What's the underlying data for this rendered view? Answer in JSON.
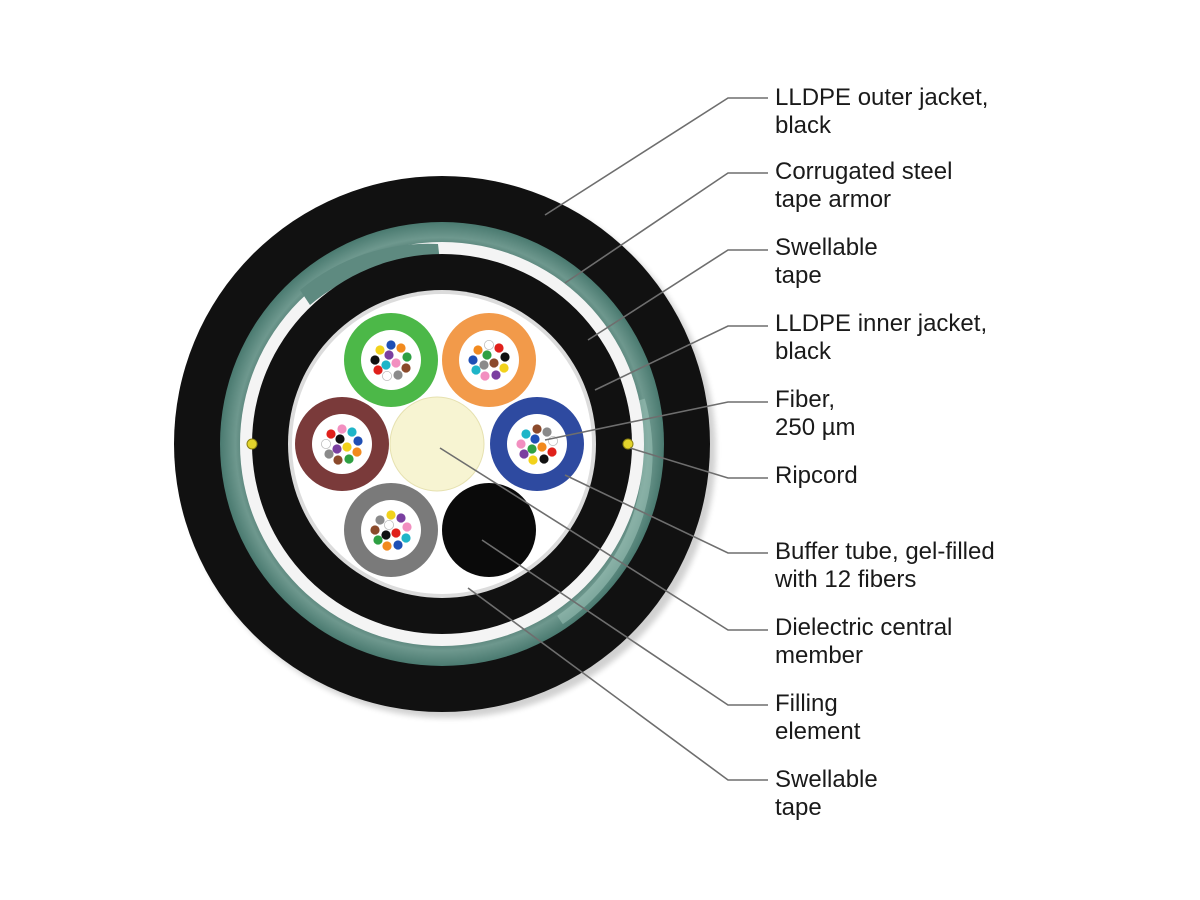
{
  "callouts": [
    {
      "id": "outer-jacket",
      "lines": [
        "LLDPE outer jacket,",
        "black"
      ]
    },
    {
      "id": "steel-armor",
      "lines": [
        "Corrugated steel",
        "tape armor"
      ]
    },
    {
      "id": "swellable-tape-outer",
      "lines": [
        "Swellable",
        "tape"
      ]
    },
    {
      "id": "inner-jacket",
      "lines": [
        "LLDPE inner jacket,",
        "black"
      ]
    },
    {
      "id": "fiber",
      "lines": [
        "Fiber,",
        "250 µm"
      ]
    },
    {
      "id": "ripcord",
      "lines": [
        "Ripcord"
      ]
    },
    {
      "id": "buffer-tube",
      "lines": [
        "Buffer tube, gel-filled",
        "with 12 fibers"
      ]
    },
    {
      "id": "central-member",
      "lines": [
        "Dielectric central",
        "member"
      ]
    },
    {
      "id": "filling-element",
      "lines": [
        "Filling",
        "element"
      ]
    },
    {
      "id": "swellable-tape-inner",
      "lines": [
        "Swellable",
        "tape"
      ]
    }
  ],
  "colors": {
    "outer_jacket": "#111111",
    "armor": "#5e8a80",
    "armor_highlight": "#8fb6ac",
    "swellable_tape": "#f2f2f2",
    "inner_jacket": "#111111",
    "core_background": "#ffffff",
    "central_member": "#f7f4d2",
    "filling_element": "#0a0a0a",
    "ripcord": "#e3d42c",
    "tube_green": "#4cb848",
    "tube_orange": "#f29a4a",
    "tube_blue": "#2e4aa0",
    "tube_brown": "#7a3a3a",
    "tube_gray": "#7a7a7a",
    "leader_line": "#6e6e6e"
  },
  "fiber_colors": [
    "#1f4fb5",
    "#f28a1e",
    "#2ea043",
    "#8b4a2b",
    "#8a8a8a",
    "#ffffff",
    "#e0201b",
    "#111111",
    "#f2d21b",
    "#7a3fa0",
    "#f28fc0",
    "#1fb5c8"
  ]
}
